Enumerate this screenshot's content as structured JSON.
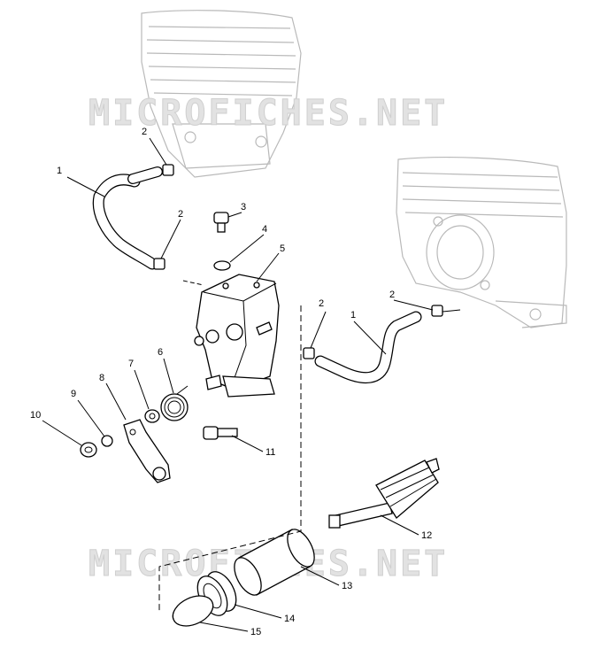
{
  "watermark": {
    "top": "MICROFICHES.NET",
    "bottom": "MICROFICHES.NET"
  },
  "callouts": {
    "c1_left": "1",
    "c2_top": "2",
    "c2_mid": "2",
    "c3": "3",
    "c4": "4",
    "c5": "5",
    "c2_center": "2",
    "c2_right": "2",
    "c1_right": "1",
    "c6": "6",
    "c7": "7",
    "c8": "8",
    "c9": "9",
    "c10": "10",
    "c11": "11",
    "c12": "12",
    "c13": "13",
    "c14": "14",
    "c15": "15"
  }
}
